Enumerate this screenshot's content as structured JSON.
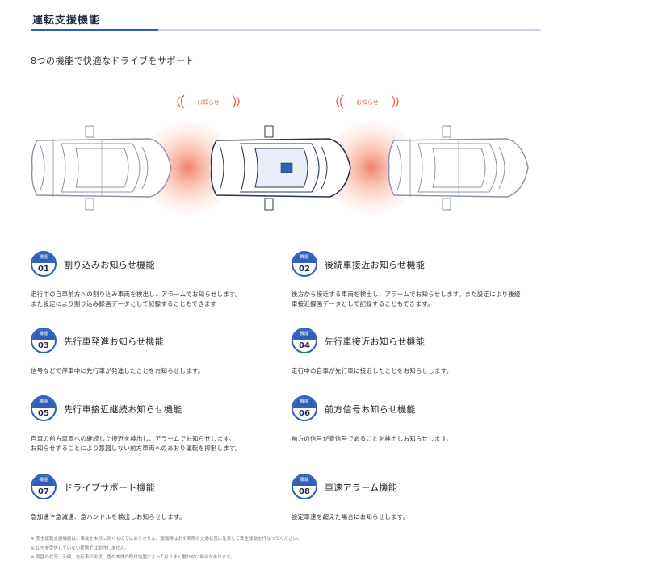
{
  "header": {
    "title": "運転支援機能",
    "subtitle": "8つの機能で快適なドライブをサポート"
  },
  "scene": {
    "alert_label": "お知らせ",
    "colors": {
      "accent": "#2f5fb7",
      "alert": "#e65a3c",
      "car_line": "#8a93a6"
    }
  },
  "features": [
    {
      "badge_label": "機能",
      "number": "01",
      "name": "割り込みお知らせ機能",
      "description": [
        "走行中の自車前方への割り込み車両を検出し、アラームでお知らせします。",
        "また設定により割り込み録画データとして記録することもできます"
      ]
    },
    {
      "badge_label": "機能",
      "number": "02",
      "name": "後続車接近お知らせ機能",
      "description": [
        "後方から接近する車両を検出し、アラームでお知らせします。また設定により後続",
        "車接近録画データとして記録することもできます。"
      ]
    },
    {
      "badge_label": "機能",
      "number": "03",
      "name": "先行車発進お知らせ機能",
      "description": [
        "信号などで停車中に先行車が発進したことをお知らせします。"
      ]
    },
    {
      "badge_label": "機能",
      "number": "04",
      "name": "先行車接近お知らせ機能",
      "description": [
        "走行中の自車が先行車に接近したことをお知らせします。"
      ]
    },
    {
      "badge_label": "機能",
      "number": "05",
      "name": "先行車接近継続お知らせ機能",
      "description": [
        "自車の前方車両への継続した接近を検出し、アラームでお知らせします。",
        "お知らせすることにより意図しない前方車両へのあおり運転を抑制します。"
      ]
    },
    {
      "badge_label": "機能",
      "number": "06",
      "name": "前方信号お知らせ機能",
      "description": [
        "前方の信号が青信号であることを検出しお知らせします。"
      ]
    },
    {
      "badge_label": "機能",
      "number": "07",
      "name": "ドライブサポート機能",
      "description": [
        "急加速や急減速、急ハンドルを検出しお知らせします。"
      ]
    },
    {
      "badge_label": "機能",
      "number": "08",
      "name": "車速アラーム機能",
      "description": [
        "設定車速を超えた場合にお知らせします。"
      ]
    }
  ],
  "notes": [
    "※ 安全運転支援機能は、事故を未然に防ぐものではありません。運転時は必ず実際の交通状況に注意して安全運転を行なってください。",
    "※ GPSを受信していない状態では動作しません。",
    "※ 周囲の状況、天候、先行車の形状、色や本体の取付位置によってはうまく働かない場合があります。"
  ]
}
